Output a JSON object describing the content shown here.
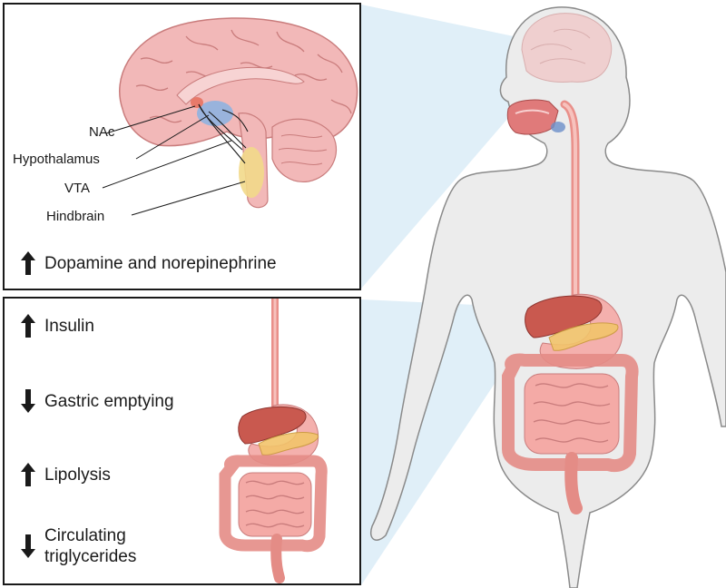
{
  "brain_panel": {
    "labels": {
      "nac": "NAc",
      "hypothalamus": "Hypothalamus",
      "vta": "VTA",
      "hindbrain": "Hindbrain"
    },
    "effect": {
      "direction": "up",
      "text": "Dopamine and norepinephrine"
    }
  },
  "gut_panel": {
    "effects": [
      {
        "direction": "up",
        "lines": [
          "Insulin"
        ]
      },
      {
        "direction": "down",
        "lines": [
          "Gastric emptying"
        ]
      },
      {
        "direction": "up",
        "lines": [
          "Lipolysis"
        ]
      },
      {
        "direction": "down",
        "lines": [
          "Circulating",
          "triglycerides"
        ]
      }
    ]
  },
  "colors": {
    "brain": "#f2b8b8",
    "brain_outline": "#c97c7c",
    "organ_pink": "#f4a6a6",
    "liver": "#c9594f",
    "pancreas": "#f2c46b",
    "body_fill": "#ececec",
    "body_outline": "#8a8a8a",
    "callout_blue": "#cfe6f4",
    "arrow": "#1a1a1a"
  },
  "icons": [
    "up-arrow-icon",
    "down-arrow-icon"
  ]
}
